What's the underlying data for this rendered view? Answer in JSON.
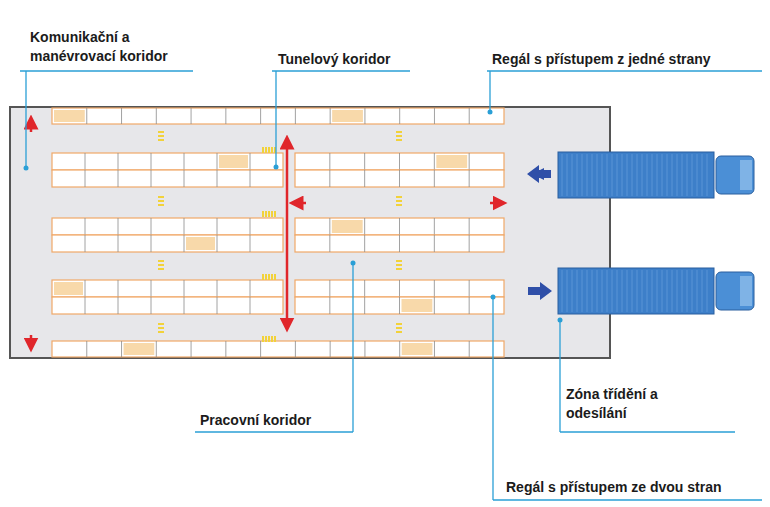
{
  "diagram": {
    "labels": [
      "Komunikační a manévrovací koridor",
      "Tunelový koridor",
      "Regál s přístupem z jedné strany",
      "Pracovní koridor",
      "Zóna třídění a odesílání",
      "Regál s přístupem ze dvou stran"
    ]
  }
}
